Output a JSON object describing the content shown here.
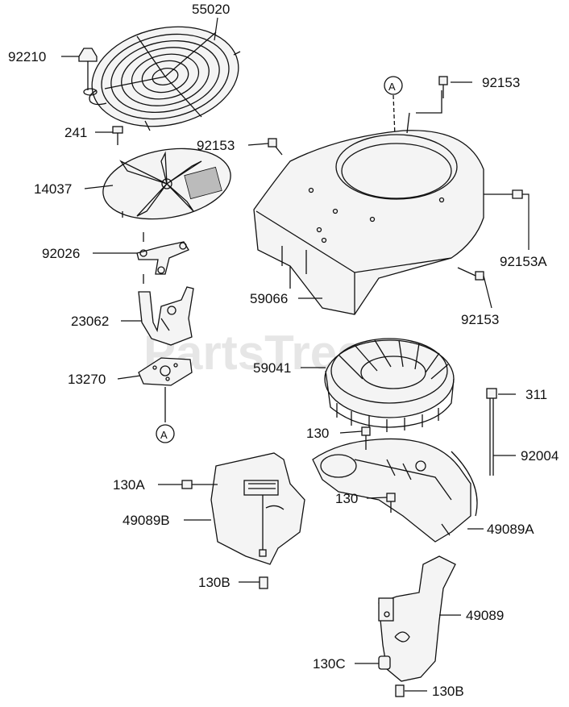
{
  "watermark": "PartsTree",
  "callout_ref": "A",
  "parts": {
    "p55020": "55020",
    "p92210": "92210",
    "p241": "241",
    "p14037": "14037",
    "p92026": "92026",
    "p23062": "23062",
    "p13270": "13270",
    "p92153_top": "92153",
    "p92153_left": "92153",
    "p92153A": "92153A",
    "p92153_lower": "92153",
    "p59066": "59066",
    "p59041": "59041",
    "p311": "311",
    "p92004": "92004",
    "p130": "130",
    "p130_mid": "130",
    "p130A": "130A",
    "p49089B": "49089B",
    "p49089A": "49089A",
    "p130B_left": "130B",
    "p49089": "49089",
    "p130C": "130C",
    "p130B_bottom": "130B"
  }
}
